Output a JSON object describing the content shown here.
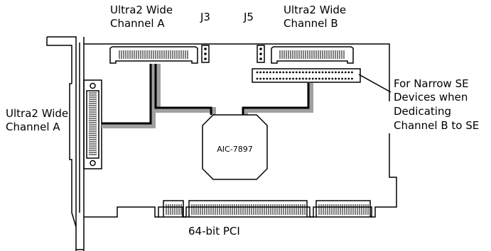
{
  "labels": {
    "top_left_connector_line1": "Ultra2 Wide",
    "top_left_connector_line2": "Channel A",
    "jumper_j3": "J3",
    "jumper_j5": "J5",
    "top_right_connector_line1": "Ultra2 Wide",
    "top_right_connector_line2": "Channel B",
    "side_connector_line1": "Ultra2 Wide",
    "side_connector_line2": "Channel A",
    "narrow_se_line1": "For Narrow SE",
    "narrow_se_line2": "Devices when",
    "narrow_se_line3": "Dedicating",
    "narrow_se_line4": "Channel B to SE",
    "chip": "AIC-7897",
    "bus": "64-bit PCI"
  },
  "colors": {
    "line": "#000000",
    "trace_shadow": "#a0a0a0",
    "background": "#ffffff"
  }
}
